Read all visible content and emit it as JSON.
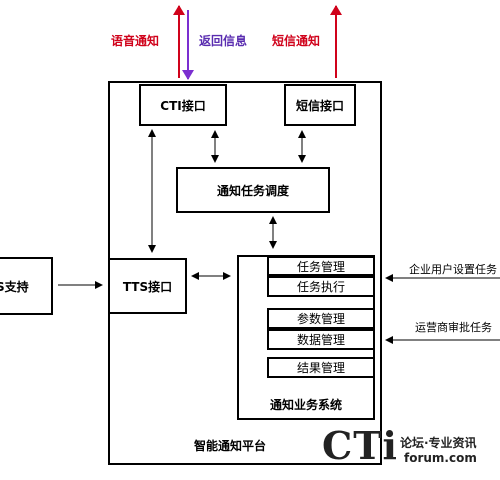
{
  "labels": {
    "voice_notify": "语音通知",
    "return_info": "返回信息",
    "sms_notify": "短信通知",
    "cti_interface": "CTI接口",
    "sms_interface": "短信接口",
    "task_dispatch": "通知任务调度",
    "tts_interface": "TTS接口",
    "tts_support": "S支持",
    "biz_system": "通知业务系统",
    "platform": "智能通知平台",
    "modules": [
      "任务管理",
      "任务执行",
      "参数管理",
      "数据管理",
      "结果管理"
    ],
    "enterprise_user": "企业用户设置任务",
    "operator": "运营商审批任务"
  },
  "watermark": {
    "logo": "CTi",
    "line1": "论坛·专业资讯",
    "line2": "forum.com"
  },
  "colors": {
    "red": "#d0021b",
    "purple": "#7b2fd0",
    "line": "#000000"
  }
}
